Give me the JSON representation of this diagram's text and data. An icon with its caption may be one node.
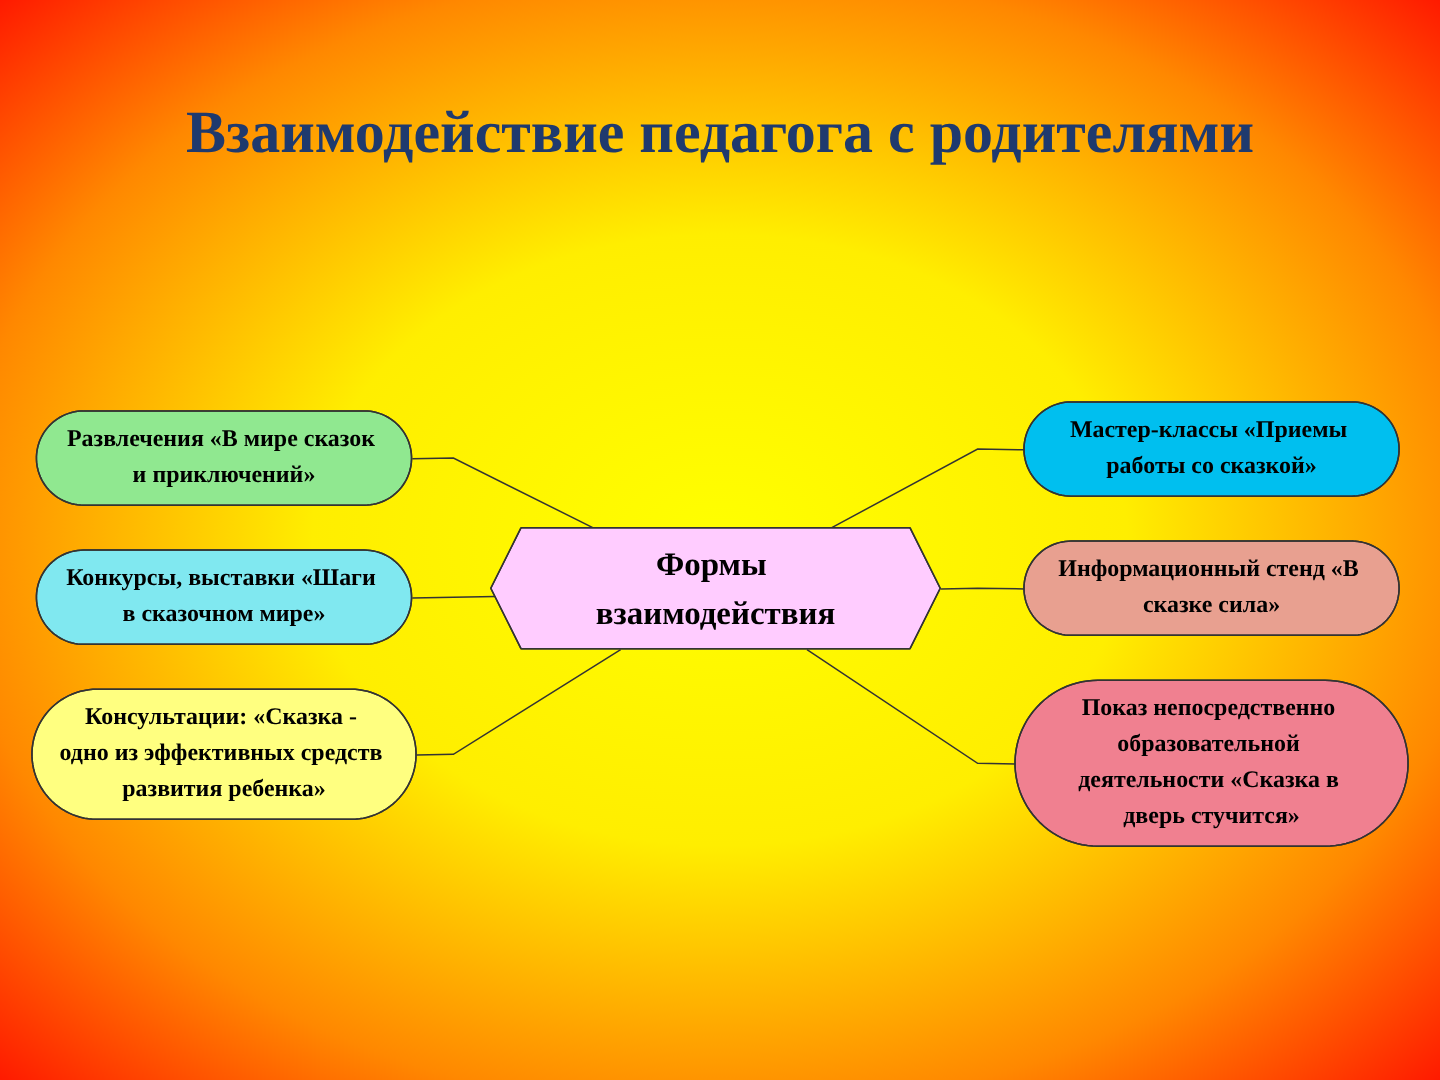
{
  "diagram": {
    "title": "Взаимодействие педагога с родителями",
    "nodes": [
      {
        "text": [
          "Формы взаимодействия"
        ]
      },
      {
        "text": [
          "Развлечения «В мире сказок и приключений»"
        ]
      },
      {
        "text": [
          "Мастер-классы «Приемы работы со сказкой»"
        ]
      },
      {
        "text": [
          "Конкурсы, выставки «Шаги в сказочном мире»"
        ]
      },
      {
        "text": [
          "Информационный стенд «В сказке сила»"
        ]
      },
      {
        "text": [
          "Консультации: «Сказка - одно из эффективных средств развития ребенка»"
        ]
      },
      {
        "text": [
          "Показ непосредственно образовательной деятельности «Сказка в дверь стучится»"
        ]
      }
    ],
    "edges": [
      {
        "from": 1,
        "to": 0,
        "arrow": "none"
      },
      {
        "from": 0,
        "to": 2,
        "arrow": "none"
      },
      {
        "from": 3,
        "to": 0,
        "arrow": "none"
      },
      {
        "from": 0,
        "to": 4,
        "arrow": "none"
      },
      {
        "from": 5,
        "to": 0,
        "arrow": "none"
      },
      {
        "from": 0,
        "to": 6,
        "arrow": "none"
      }
    ]
  }
}
